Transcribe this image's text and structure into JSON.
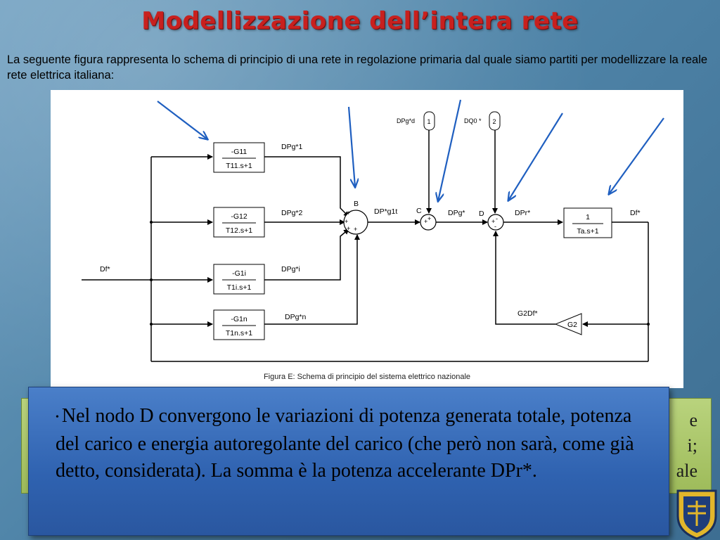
{
  "slide": {
    "title": "Modellizzazione dell’intera rete",
    "intro": "La seguente figura rappresenta lo schema di principio di una rete in regolazione primaria dal quale siamo partiti per modellizzare la reale rete elettrica italiana:"
  },
  "diagram": {
    "input_label": "Df*",
    "blocks": [
      {
        "num": "-G11",
        "den": "T11.s+1",
        "out": "DPg*1"
      },
      {
        "num": "-G12",
        "den": "T12.s+1",
        "out": "DPg*2"
      },
      {
        "num": "-G1i",
        "den": "T1i.s+1",
        "out": "DPg*i"
      },
      {
        "num": "-G1n",
        "den": "T1n.s+1",
        "out": "DPg*n"
      }
    ],
    "nodes": {
      "b": "B",
      "c": "C",
      "d": "D"
    },
    "signals": {
      "b_out": "DP*g1t",
      "c_out": "DPg*",
      "d_out": "DPr*",
      "output": "Df*",
      "g2_out": "G2Df*"
    },
    "inputs": {
      "dpgd_label": "DPg*d",
      "dpgd_num": "1",
      "dq0_label": "DQ0 *",
      "dq0_num": "2"
    },
    "plant": {
      "num": "1",
      "den": "Ta.s+1"
    },
    "gain": "G2",
    "caption": "Figura E: Schema di principio del sistema elettrico nazionale",
    "arrow_color": "#1f5fc0"
  },
  "callout": {
    "text": "Nel nodo D convergono le variazioni di potenza generata totale, potenza del carico e energia autoregolante del carico (che però non sarà, come già detto, considerata). La somma è la potenza accelerante DPr*.",
    "bg_color": "#3a6fbd"
  },
  "background_box": {
    "fragments": [
      "e",
      "i;",
      "ale"
    ],
    "bg_color": "#a9c56a"
  }
}
